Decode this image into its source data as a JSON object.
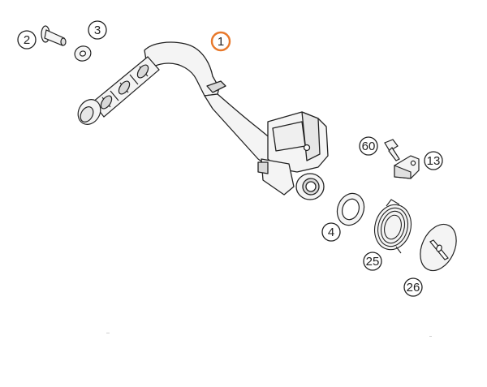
{
  "diagram": {
    "callouts": [
      {
        "id": "1",
        "label": "1",
        "highlighted": true
      },
      {
        "id": "2",
        "label": "2",
        "highlighted": false
      },
      {
        "id": "3",
        "label": "3",
        "highlighted": false
      },
      {
        "id": "4",
        "label": "4",
        "highlighted": false
      },
      {
        "id": "13",
        "label": "13",
        "highlighted": false
      },
      {
        "id": "25",
        "label": "25",
        "highlighted": false
      },
      {
        "id": "26",
        "label": "26",
        "highlighted": false
      },
      {
        "id": "60",
        "label": "60",
        "highlighted": false
      }
    ],
    "colors": {
      "highlight": "#e8782a",
      "outline": "#222222",
      "part_fill": "#f4f4f4",
      "part_shadow": "#d9d9d9"
    }
  }
}
